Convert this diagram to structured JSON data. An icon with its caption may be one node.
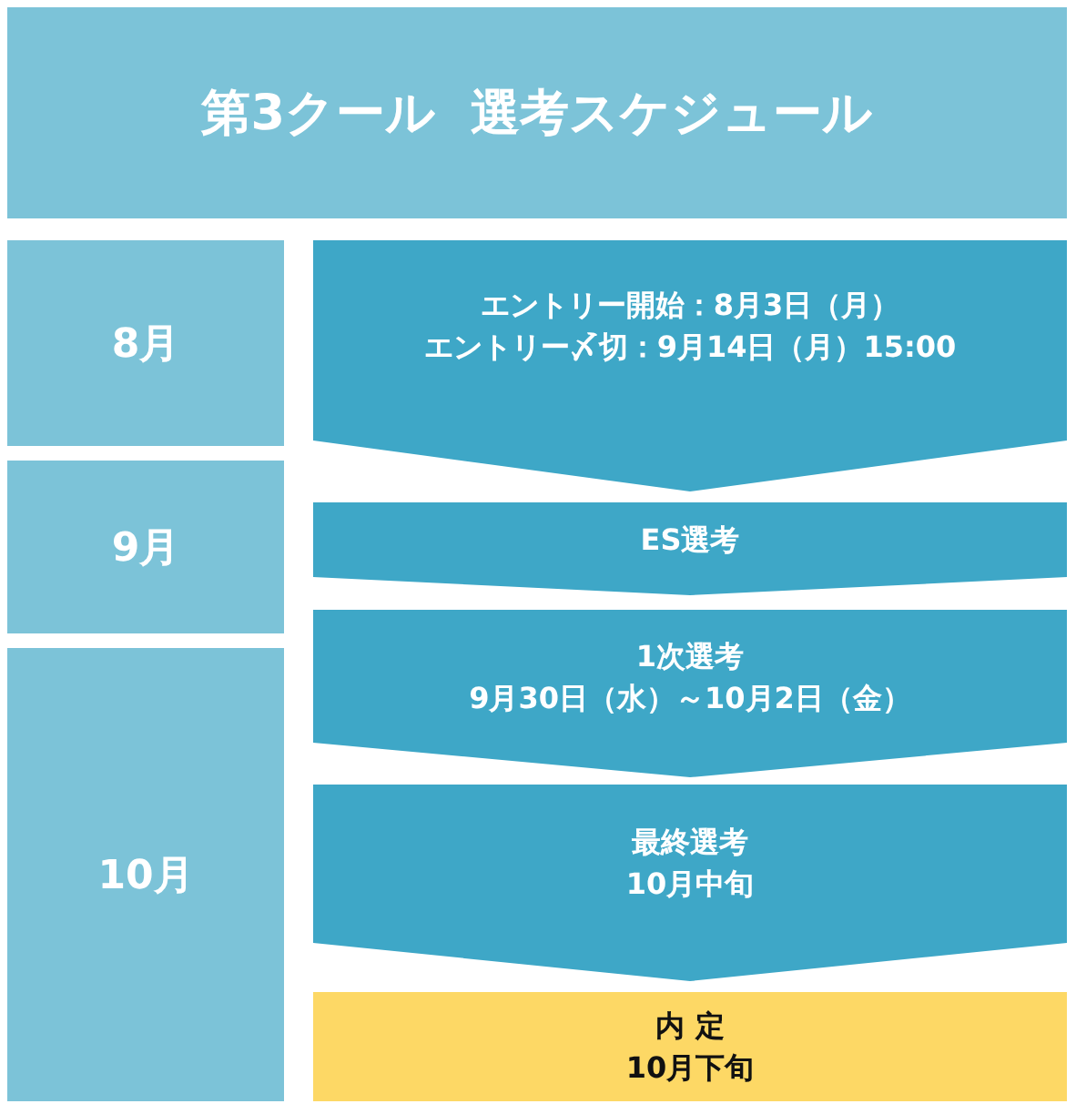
{
  "diagram": {
    "title": "第3クール  選考スケジュール",
    "nodes": [
      {
        "text": [
          "8月"
        ]
      },
      {
        "text": [
          "9月"
        ]
      },
      {
        "text": [
          "10月"
        ]
      },
      {
        "text": [
          "エントリー開始：8月3日（月）",
          "エントリー〆切：9月14日（月）15:00"
        ]
      },
      {
        "text": [
          "ES選考"
        ]
      },
      {
        "text": [
          "1次選考",
          "9月30日（水）～10月2日（金）"
        ]
      },
      {
        "text": [
          "最終選考",
          "10月中旬"
        ]
      },
      {
        "text": [
          "内 定",
          "10月下旬"
        ]
      }
    ]
  }
}
